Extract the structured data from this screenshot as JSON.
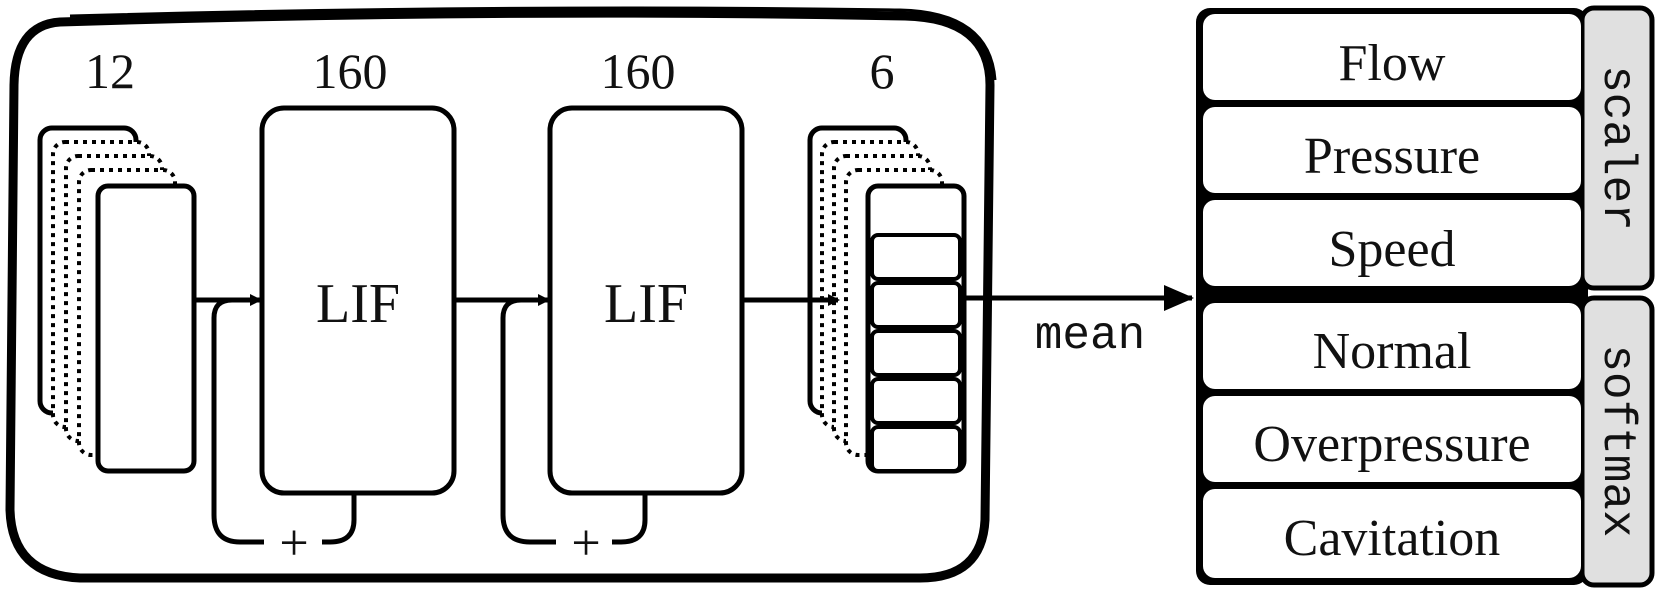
{
  "network": {
    "layers": [
      {
        "size_label": "12"
      },
      {
        "size_label": "160",
        "block_label": "LIF",
        "recurrent_label": "+"
      },
      {
        "size_label": "160",
        "block_label": "LIF",
        "recurrent_label": "+"
      },
      {
        "size_label": "6"
      }
    ],
    "aggregation_label": "mean"
  },
  "outputs": {
    "scaler": {
      "label": "scaler",
      "items": [
        "Flow",
        "Pressure",
        "Speed"
      ]
    },
    "softmax": {
      "label": "softmax",
      "items": [
        "Normal",
        "Overpressure",
        "Cavitation"
      ]
    }
  },
  "colors": {
    "stroke": "#000000",
    "background": "#ffffff",
    "side_label_fill": "#e0e0e0"
  }
}
